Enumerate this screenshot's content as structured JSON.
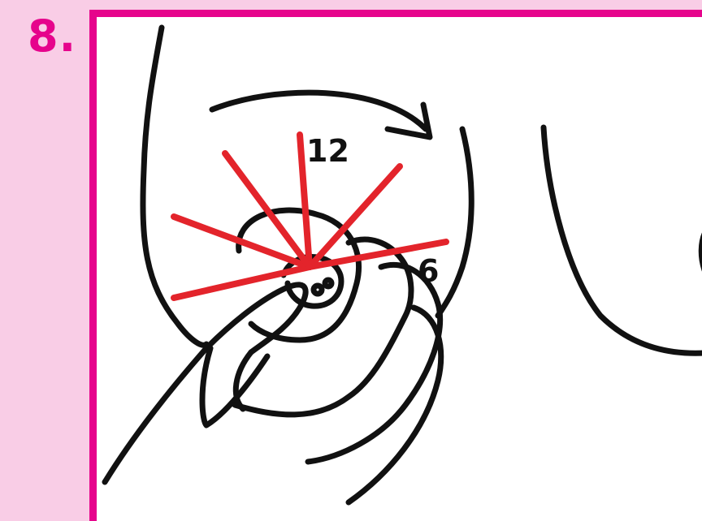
{
  "step": {
    "number": "8."
  },
  "illustration": {
    "labels": {
      "twelve": "12",
      "six": "6"
    },
    "colors": {
      "accent": "#e6048c",
      "background": "#f9cde6",
      "lines": "#e3242b",
      "ink": "#111111"
    }
  }
}
